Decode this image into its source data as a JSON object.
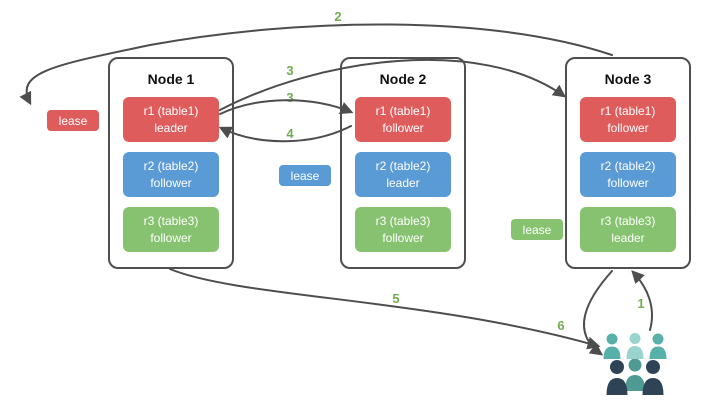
{
  "colors": {
    "red": "#df5c5c",
    "blue": "#5b9bd5",
    "green": "#86c26f",
    "step_green": "#6fae4f",
    "arrow_gray": "#4d4d4d",
    "node_border": "#4f4f4f",
    "people_teal": "#57b0a9",
    "people_light_teal": "#9bd4ce",
    "people_mid_teal": "#4f9b94",
    "people_dark": "#2e4456"
  },
  "nodes": [
    {
      "title": "Node 1",
      "replicas": [
        {
          "label": "r1 (table1)",
          "role": "leader"
        },
        {
          "label": "r2 (table2)",
          "role": "follower"
        },
        {
          "label": "r3 (table3)",
          "role": "follower"
        }
      ]
    },
    {
      "title": "Node 2",
      "replicas": [
        {
          "label": "r1 (table1)",
          "role": "follower"
        },
        {
          "label": "r2 (table2)",
          "role": "leader"
        },
        {
          "label": "r3 (table3)",
          "role": "follower"
        }
      ]
    },
    {
      "title": "Node 3",
      "replicas": [
        {
          "label": "r1 (table1)",
          "role": "follower"
        },
        {
          "label": "r2 (table2)",
          "role": "follower"
        },
        {
          "label": "r3 (table3)",
          "role": "leader"
        }
      ]
    }
  ],
  "leases": [
    {
      "label": "lease",
      "color_key": "red"
    },
    {
      "label": "lease",
      "color_key": "blue"
    },
    {
      "label": "lease",
      "color_key": "green"
    }
  ],
  "step_labels": {
    "s1": "1",
    "s2": "2",
    "s3a": "3",
    "s3b": "3",
    "s4": "4",
    "s5": "5",
    "s6": "6"
  },
  "icons": {
    "users": "users-icon"
  }
}
